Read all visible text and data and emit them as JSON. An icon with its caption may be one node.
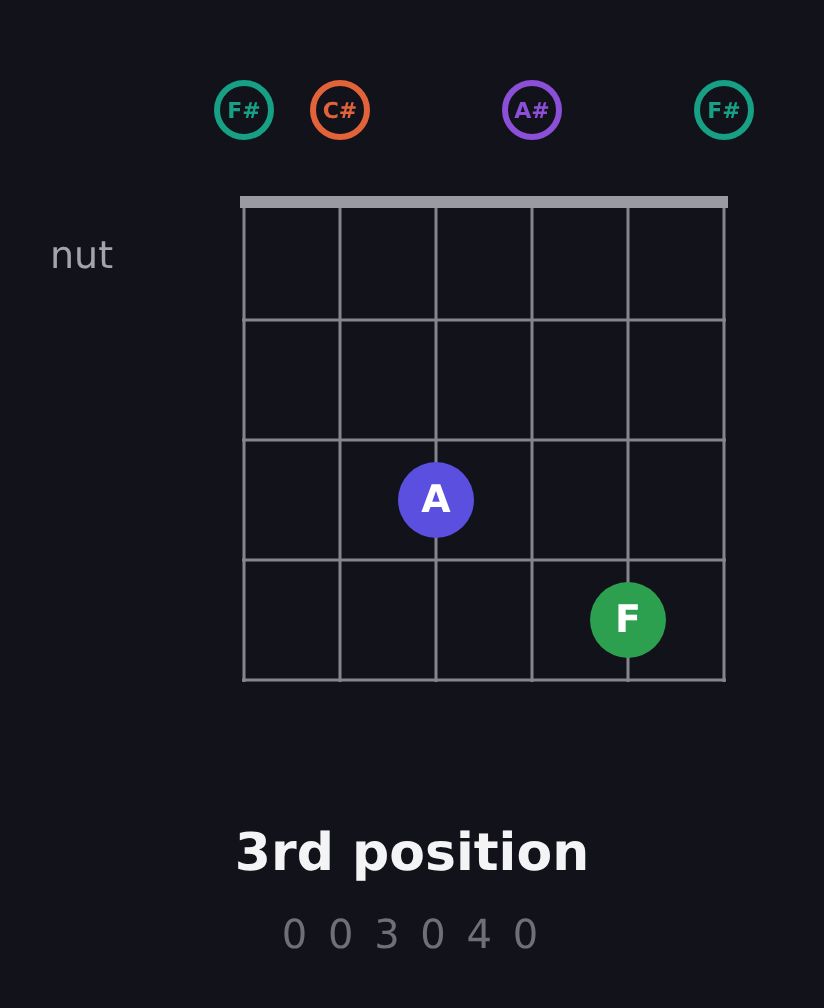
{
  "diagram": {
    "caption": "3rd position",
    "nodes": [
      {
        "text": [
          "F#"
        ]
      },
      {
        "text": [
          "C#"
        ]
      },
      {
        "text": [
          "A#"
        ]
      },
      {
        "text": [
          "F#"
        ]
      },
      {
        "text": [
          "A"
        ]
      },
      {
        "text": [
          "F"
        ]
      }
    ],
    "labels": [
      "nut",
      "0 0 3 0 4 0"
    ]
  }
}
